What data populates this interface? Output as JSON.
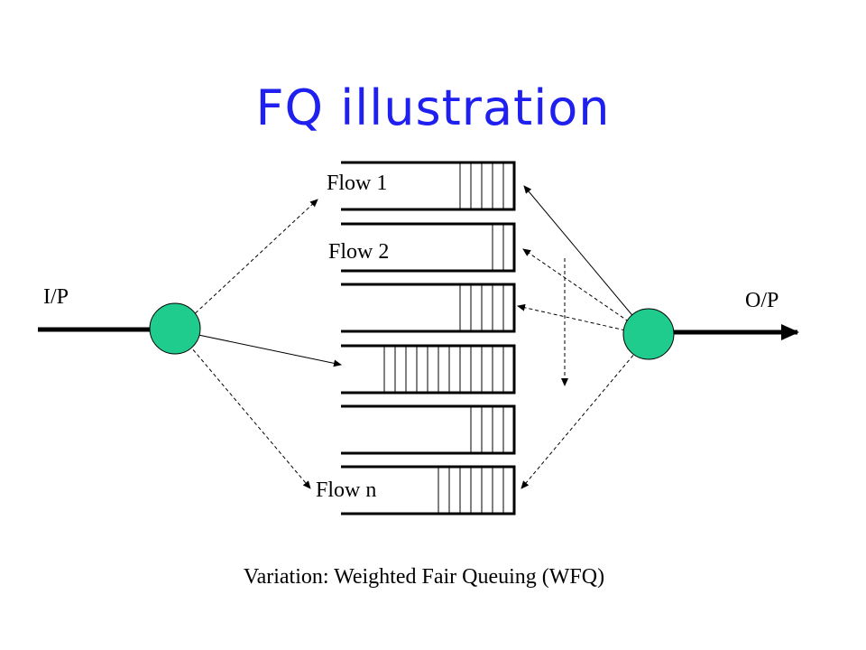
{
  "slide": {
    "title": "FQ illustration",
    "caption": "Variation: Weighted Fair Queuing (WFQ)"
  },
  "diagram": {
    "input_label": "I/P",
    "output_label": "O/P",
    "node_color": "#1fcc8e",
    "title_color": "#1f1ff0",
    "queues": [
      {
        "label": "Flow 1",
        "packets": 5
      },
      {
        "label": "Flow 2",
        "packets": 2
      },
      {
        "label": "",
        "packets": 5
      },
      {
        "label": "",
        "packets": 12
      },
      {
        "label": "",
        "packets": 4
      },
      {
        "label": "Flow n",
        "packets": 7
      }
    ]
  }
}
